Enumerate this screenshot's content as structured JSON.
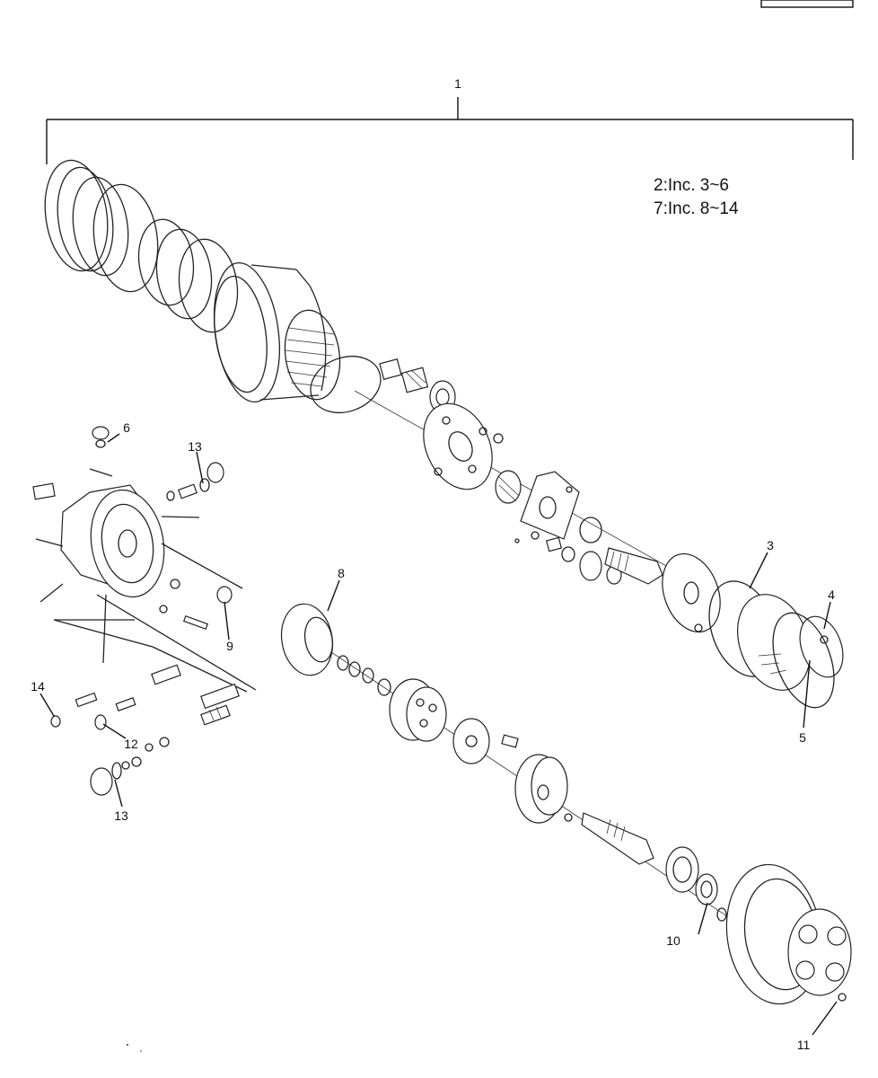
{
  "labels": {
    "l1": "1",
    "l3": "3",
    "l4": "4",
    "l5": "5",
    "l6": "6",
    "l8": "8",
    "l9": "9",
    "l10": "10",
    "l11": "11",
    "l12": "12",
    "l13a": "13",
    "l13b": "13",
    "l14": "14"
  },
  "notes": {
    "n1": "2:Inc. 3~6",
    "n2": "7:Inc. 8~14"
  }
}
